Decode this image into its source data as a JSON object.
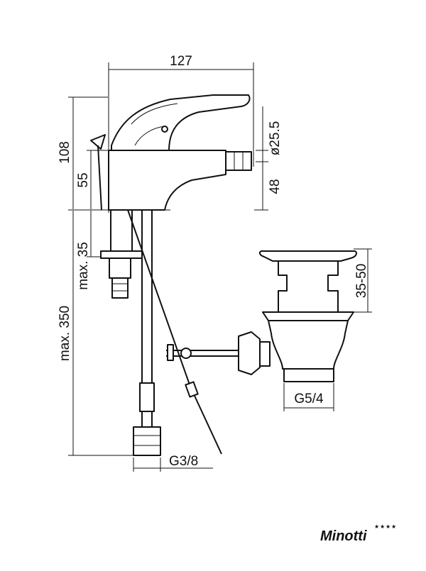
{
  "dimensions": {
    "width_top": "127",
    "height_total_body": "108",
    "height_spout": "55",
    "max_mount": "max. 35",
    "max_hose": "max. 350",
    "aerator_diameter": "ø25.5",
    "aerator_height": "48",
    "drain_height": "35-50",
    "drain_thread": "G5/4",
    "hose_thread": "G3/8"
  },
  "brand": {
    "name": "Minotti",
    "logo_mark": "four-stars"
  },
  "colors": {
    "stroke": "#111111",
    "background": "#ffffff"
  }
}
